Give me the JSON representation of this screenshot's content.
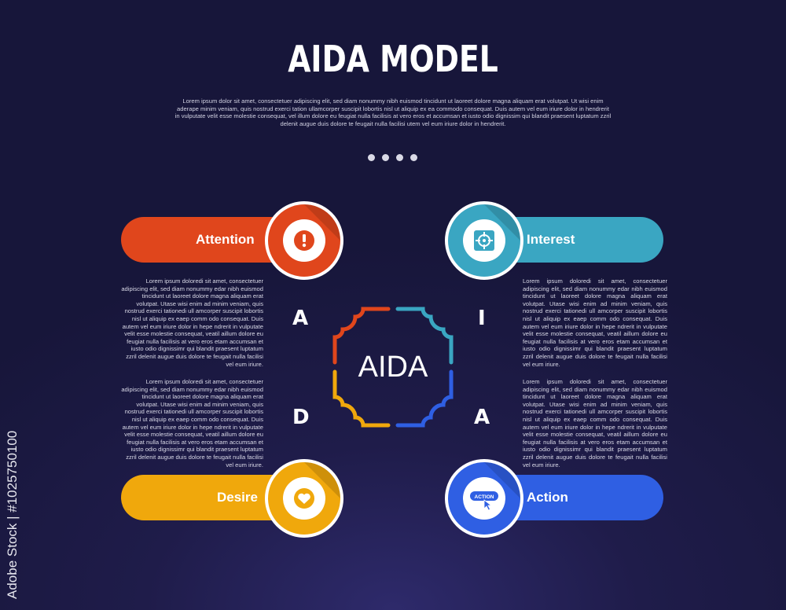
{
  "title": "AIDA MODEL",
  "subtitle": "Lorem ipsum dolor sit amet, consectetuer adipiscing elit, sed diam nonummy nibh euismod tincidunt ut laoreet dolore magna aliquam erat volutpat. Ut wisi enim aderape minim veniam, quis nostrud exerci tation ullamcorper suscipit lobortis nisl ut aliquip ex ea commodo consequat. Duis autem vel eum iriure dolor in hendrerit in vulputate velit esse molestie consequat, vel illum dolore eu feugiat nulla facilisis at vero eros et accumsan et iusto odio dignissim qui blandit praesent luptatum zzril delenit augue duis dolore te feugait nulla facilisi utem vel eum iriure dolor in hendrerit.",
  "center_label": "AIDA",
  "letters": {
    "a1": "A",
    "i": "I",
    "d": "D",
    "a2": "A"
  },
  "stages": {
    "attention": {
      "label": "Attention",
      "color": "#e0461c",
      "icon": "exclamation-icon"
    },
    "interest": {
      "label": "Interest",
      "color": "#3aa6c2",
      "icon": "target-icon"
    },
    "desire": {
      "label": "Desire",
      "color": "#f0a80c",
      "icon": "heart-icon"
    },
    "action": {
      "label": "Action",
      "color": "#2f5fe3",
      "icon": "action-button-icon",
      "icon_text": "ACTION"
    }
  },
  "paragraphs": {
    "top_left": "Lorem ipsum doloredi sit amet, consectetuer adipiscing elit, sed diam nonummy edar nibh euismod tincidunt ut laoreet dolore magna aliquam erat volutpat. Utase wisi enim ad minim veniam, quis nostrud exerci tationedi ull amcorper suscipit lobortis nisl ut aliquip ex eaep comm odo consequat. Duis autem vel eum iriure dolor in hepe ndrerit in vulputate velit esse molestie consequat, veatil aillum dolore eu feugiat nulla facilisis at vero eros etam accumsan et iusto odio dignissimr qui blandit praesent luptatum zzril delenit augue duis dolore te feugait nulla facilisi vel eum iriure.",
    "top_right": "Lorem ipsum doloredi sit amet, consectetuer adipiscing elit, sed diam nonummy edar nibh euismod tincidunt ut laoreet dolore magna aliquam erat volutpat. Utase wisi enim ad minim veniam, quis nostrud exerci tationedi ull amcorper suscipit lobortis nisl ut aliquip ex eaep comm odo consequat. Duis autem vel eum iriure dolor in hepe ndrerit in vulputate velit esse molestie consequat, veatil aillum dolore eu feugiat nulla facilisis at vero eros etam accumsan et iusto odio dignissimr qui blandit praesent luptatum zzril delenit augue duis dolore te feugait nulla facilisi vel eum iriure.",
    "bottom_left": "Lorem ipsum doloredi sit amet, consectetuer adipiscing elit, sed diam nonummy edar nibh euismod tincidunt ut laoreet dolore magna aliquam erat volutpat. Utase wisi enim ad minim veniam, quis nostrud exerci tationedi ull amcorper suscipit lobortis nisl ut aliquip ex eaep comm odo consequat. Duis autem vel eum iriure dolor in hepe ndrerit in vulputate velit esse molestie consequat, veatil aillum dolore eu feugiat nulla facilisis at vero eros etam accumsan et iusto odio dignissimr qui blandit praesent luptatum zzril delenit augue duis dolore te feugait nulla facilisi vel eum iriure.",
    "bottom_right": "Lorem ipsum doloredi sit amet, consectetuer adipiscing elit, sed diam nonummy edar nibh euismod tincidunt ut laoreet dolore magna aliquam erat volutpat. Utase wisi enim ad minim veniam, quis nostrud exerci tationedi ull amcorper suscipit lobortis nisl ut aliquip ex eaep comm odo consequat. Duis autem vel eum iriure dolor in hepe ndrerit in vulputate velit esse molestie consequat, veatil aillum dolore eu feugiat nulla facilisis at vero eros etam accumsan et iusto odio dignissimr qui blandit praesent luptatum zzril delenit augue duis dolore te feugait nulla facilisi vel eum iriure."
  },
  "stock_id": "Adobe Stock | #1025750100",
  "page_dots": 4
}
